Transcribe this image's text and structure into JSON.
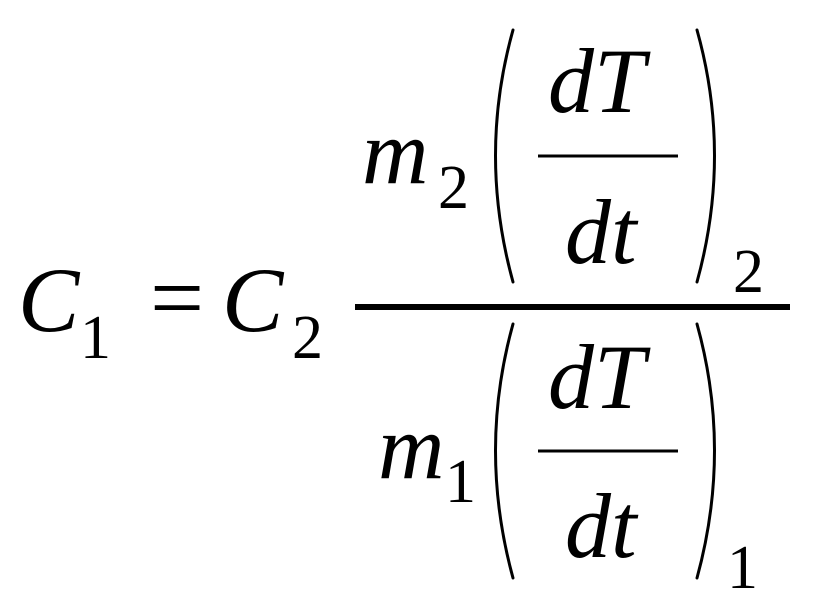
{
  "equation": {
    "lhs": {
      "symbol": "C",
      "subscript": "1"
    },
    "equals": "=",
    "rhs_factor": {
      "symbol": "C",
      "subscript": "2"
    },
    "fraction": {
      "numerator": {
        "mass_symbol": "m",
        "mass_subscript": "2",
        "derivative_numerator": "dT",
        "derivative_denominator": "dt",
        "outer_subscript": "2"
      },
      "denominator": {
        "mass_symbol": "m",
        "mass_subscript": "1",
        "derivative_numerator": "dT",
        "derivative_denominator": "dt",
        "outer_subscript": "1"
      }
    }
  }
}
